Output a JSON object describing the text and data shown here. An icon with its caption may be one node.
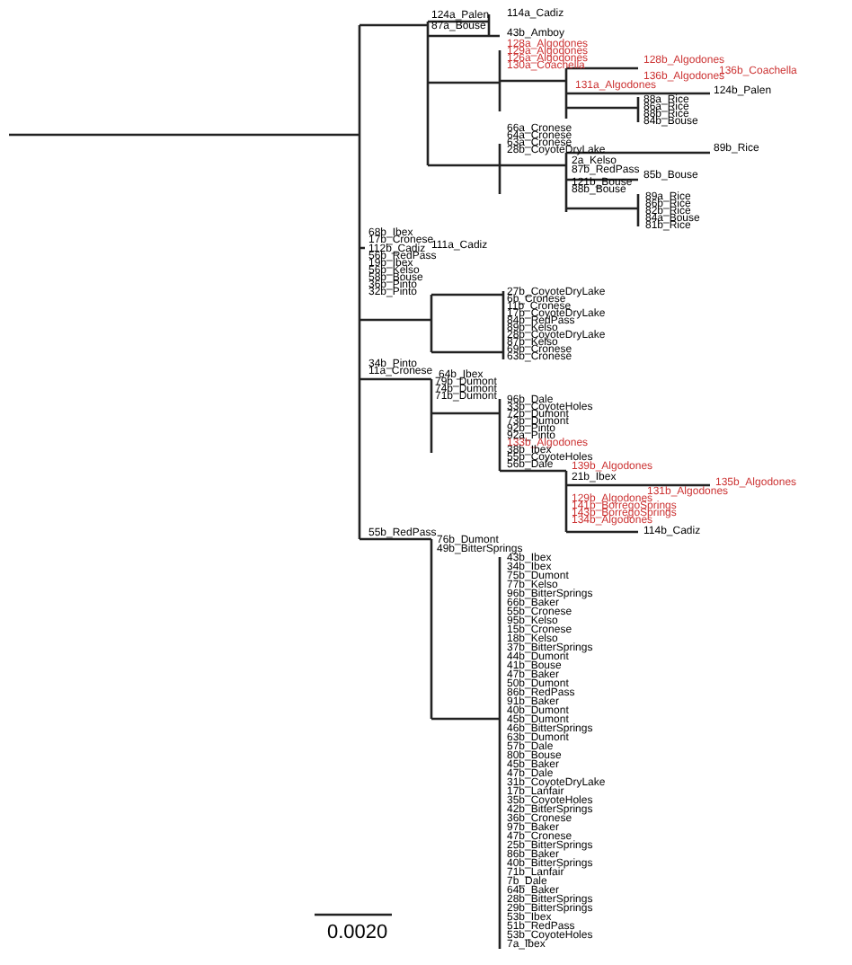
{
  "diagram": {
    "labels": [
      "124a_Palen",
      "87a_Bouse",
      "114a_Cadiz",
      "43b_Amboy",
      "128a_Algodones",
      "129a_Algodones",
      "126a_Algodones",
      "130a_Coachella",
      "128b_Algodones",
      "136b_Coachella",
      "136b_Algodones",
      "131a_Algodones",
      "124b_Palen",
      "88a_Rice",
      "86a_Rice",
      "88b_Rice",
      "84b_Bouse",
      "66a_Cronese",
      "64a_Cronese",
      "63a_Cronese",
      "28b_CoyoteDryLake",
      "89b_Rice",
      "2a_Kelso",
      "87b_RedPass",
      "85b_Bouse",
      "121b_Bouse",
      "88b_Bouse",
      "89a_Rice",
      "86b_Rice",
      "82b_Rice",
      "84a_Bouse",
      "81b_Rice",
      "68b_Ibex",
      "17b_Cronese",
      "111a_Cadiz",
      "112b_Cadiz",
      "56b_RedPass",
      "19b_Ibex",
      "56b_Kelso",
      "58b_Bouse",
      "36b_Pinto",
      "32b_Pinto",
      "27b_CoyoteDryLake",
      "6b_Cronese",
      "11b_Cronese",
      "17b_CoyoteDryLake",
      "84b_RedPass",
      "89b_Kelso",
      "28b_CoyoteDryLake",
      "87b_Kelso",
      "69b_Cronese",
      "63b_Cronese",
      "34b_Pinto",
      "11a_Cronese",
      "64b_Ibex",
      "79b_Dumont",
      "74b_Dumont",
      "71b_Dumont",
      "96b_Dale",
      "33b_CoyoteHoles",
      "72b_Dumont",
      "73b_Dumont",
      "92b_Pinto",
      "92a_Pinto",
      "133b_Algodones",
      "38b_Ibex",
      "55b_CoyoteHoles",
      "56b_Dale",
      "139b_Algodones",
      "21b_Ibex",
      "135b_Algodones",
      "131b_Algodones",
      "129b_Algodones",
      "141b_BorregoSprings",
      "143b_BorregoSprings",
      "134b_Algodones",
      "114b_Cadiz",
      "55b_RedPass",
      "76b_Dumont",
      "49b_BitterSprings",
      "43b_Ibex",
      "34b_Ibex",
      "75b_Dumont",
      "77b_Kelso",
      "96b_BitterSprings",
      "66b_Baker",
      "55b_Cronese",
      "95b_Kelso",
      "15b_Cronese",
      "18b_Kelso",
      "37b_BitterSprings",
      "44b_Dumont",
      "41b_Bouse",
      "47b_Baker",
      "50b_Dumont",
      "86b_RedPass",
      "91b_Baker",
      "40b_Dumont",
      "45b_Dumont",
      "46b_BitterSprings",
      "63b_Dumont",
      "57b_Dale",
      "80b_Bouse",
      "45b_Baker",
      "47b_Dale",
      "31b_CoyoteDryLake",
      "17b_Lanfair",
      "35b_CoyoteHoles",
      "42b_BitterSprings",
      "36b_Cronese",
      "97b_Baker",
      "47b_Cronese",
      "25b_BitterSprings",
      "86b_Baker",
      "40b_BitterSprings",
      "71b_Lanfair",
      "7b_Dale",
      "64b_Baker",
      "28b_BitterSprings",
      "29b_BitterSprings",
      "53b_Ibex",
      "51b_RedPass",
      "53b_CoyoteHoles",
      "7a_Ibex",
      "0.0020"
    ]
  }
}
